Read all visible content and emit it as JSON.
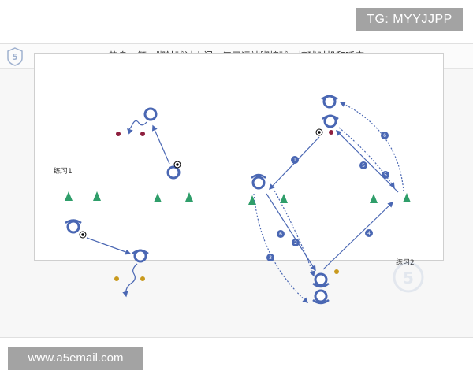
{
  "watermark_top": "TG: MYYJJPP",
  "watermark_bottom": "www.a5email.com",
  "header": {
    "title": "热身：第一脚触球过小门；复习远端脚接球；接球时机和呼应"
  },
  "drills": {
    "drill1_label": "练习1",
    "drill2_label": "练习2",
    "step_numbers": [
      "1",
      "2",
      "3",
      "4",
      "5",
      "6",
      "6",
      "5"
    ]
  },
  "colors": {
    "player": "#4a67b3",
    "arrow": "#4a67b3",
    "cone": "#2f9e6a",
    "gate_red": "#8e1f3e",
    "gate_gold": "#c99a1e"
  }
}
